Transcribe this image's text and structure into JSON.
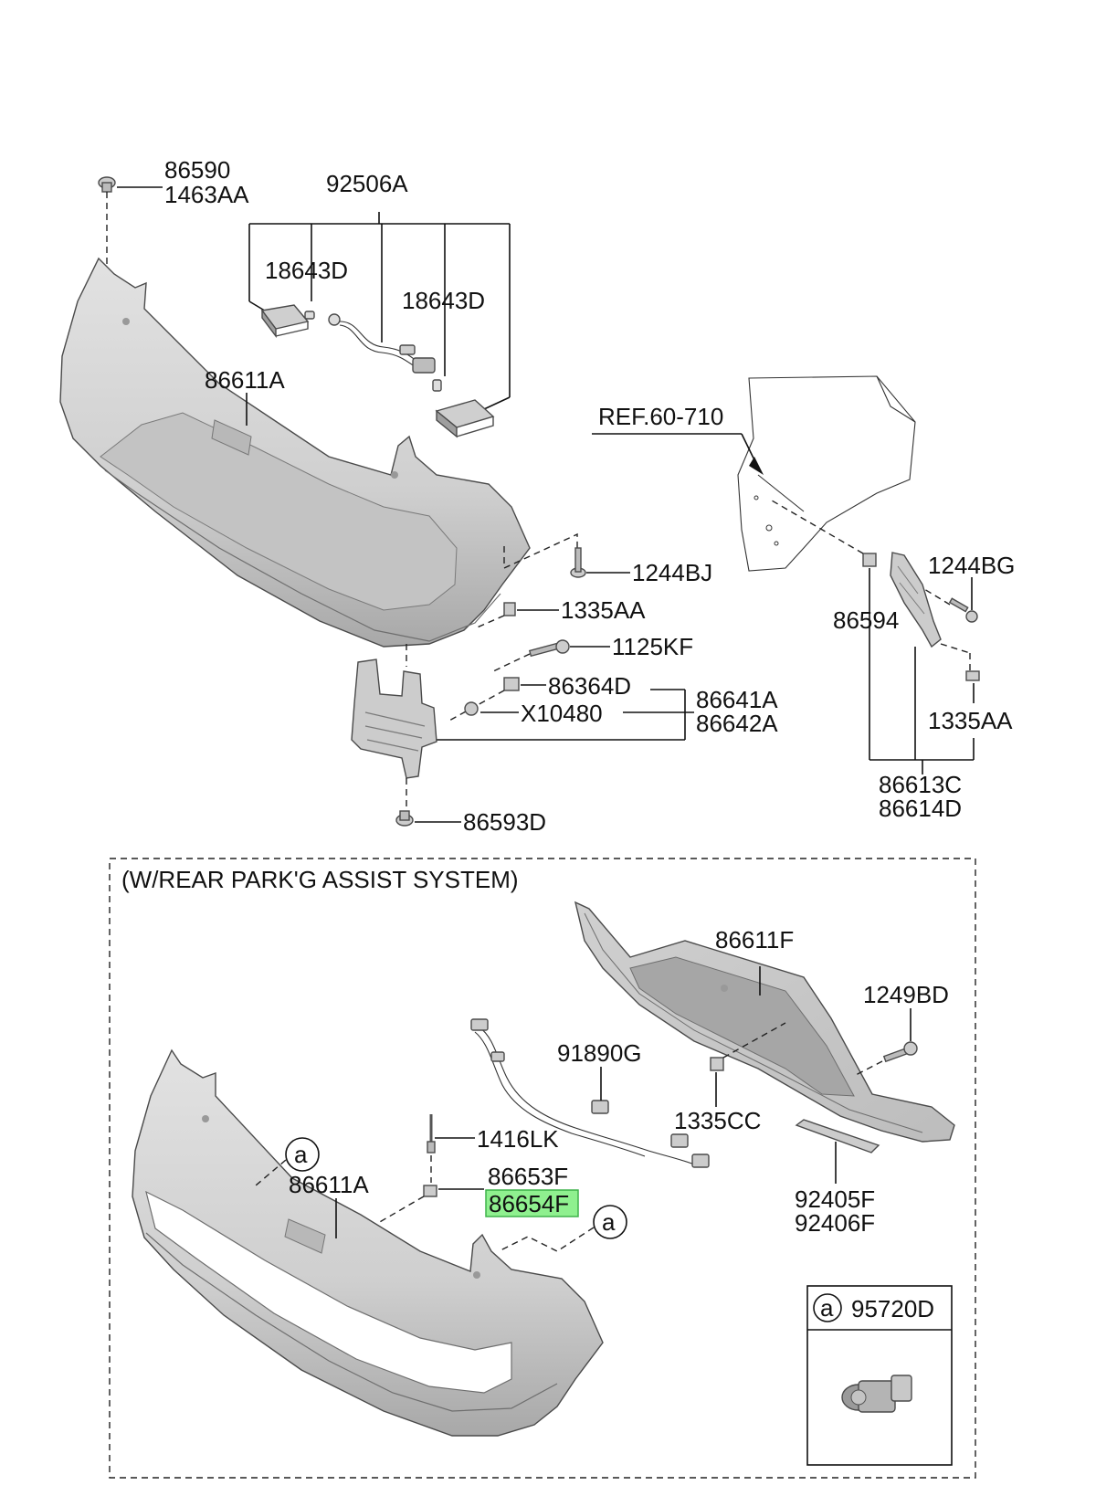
{
  "colors": {
    "part_fill": "#d4d4d4",
    "part_shade": "#a9a9a9",
    "line": "#111111",
    "highlight_fill": "#8ff08f",
    "highlight_stroke": "#3fb24a"
  },
  "upper": {
    "bolt_top_a": "86590",
    "bolt_top_b": "1463AA",
    "lamp_assy": "92506A",
    "bulb_left": "18643D",
    "bulb_right": "18643D",
    "bumper": "86611A",
    "ref": "REF.60-710",
    "screw_1244bj": "1244BJ",
    "clip_1335aa_left": "1335AA",
    "bolt_1125kf": "1125KF",
    "nut_86364d": "86364D",
    "nut_x10480": "X10480",
    "bracket_a": "86641A",
    "bracket_b": "86642A",
    "screw_86593d": "86593D",
    "screw_1244bg": "1244BG",
    "clip_86594": "86594",
    "clip_1335aa_right": "1335AA",
    "side_bracket_a": "86613C",
    "side_bracket_b": "86614D"
  },
  "lower": {
    "title": "(W/REAR PARK'G ASSIST SYSTEM)",
    "lower_cover": "86611F",
    "screw_1249bd": "1249BD",
    "wiring": "91890G",
    "clip_1335cc": "1335CC",
    "rivet_1416lk": "1416LK",
    "bumper": "86611A",
    "bracket_a": "86653F",
    "bracket_b": "86654F",
    "reflector_a": "92405F",
    "reflector_b": "92406F",
    "ref_marker_1": "a",
    "ref_marker_2": "a",
    "legend_marker": "a",
    "sensor": "95720D"
  }
}
